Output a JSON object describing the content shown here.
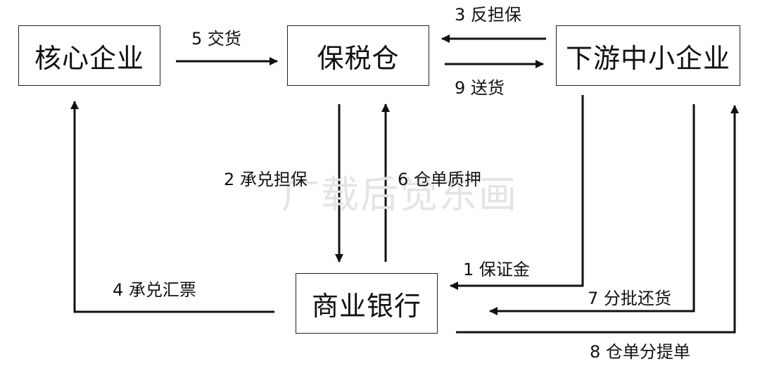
{
  "nodes": {
    "core": "核心企业",
    "bonded": "保税仓",
    "sme": "下游中小企业",
    "bank": "商业银行"
  },
  "edges": {
    "e1": "1 保证金",
    "e2": "2 承兑担保",
    "e3": "3 反担保",
    "e4": "4 承兑汇票",
    "e5": "5 交货",
    "e6": "6 仓单质押",
    "e7": "7 分批还货",
    "e8": "8 仓单分提单",
    "e9": "9 送货"
  },
  "watermark": "广载后觉东画",
  "colors": {
    "line": "#111111",
    "watermark": "#e4e4e4"
  }
}
